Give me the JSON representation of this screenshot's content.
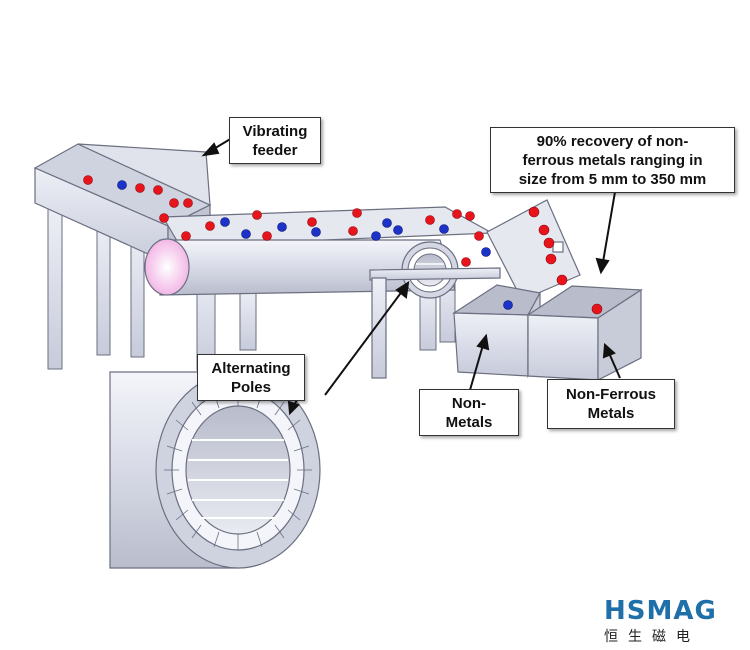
{
  "labels": {
    "vibrating_feeder": "Vibrating\nfeeder",
    "recovery": "90% recovery of non-\nferrous metals ranging in\nsize from 5 mm to 350 mm",
    "alternating_poles": "Alternating\nPoles",
    "non_metals": "Non-\nMetals",
    "non_ferrous_metals": "Non-Ferrous\nMetals"
  },
  "logo": {
    "mark": "HSMAG",
    "sub": "恒生磁电"
  },
  "colors": {
    "machine_fill": "#d9dce8",
    "machine_edge": "#6b6f80",
    "ball_red": "#e8141c",
    "ball_blue": "#1b33c9",
    "logo_blue": "#1f6fa8",
    "logo_red": "#d8232a"
  }
}
